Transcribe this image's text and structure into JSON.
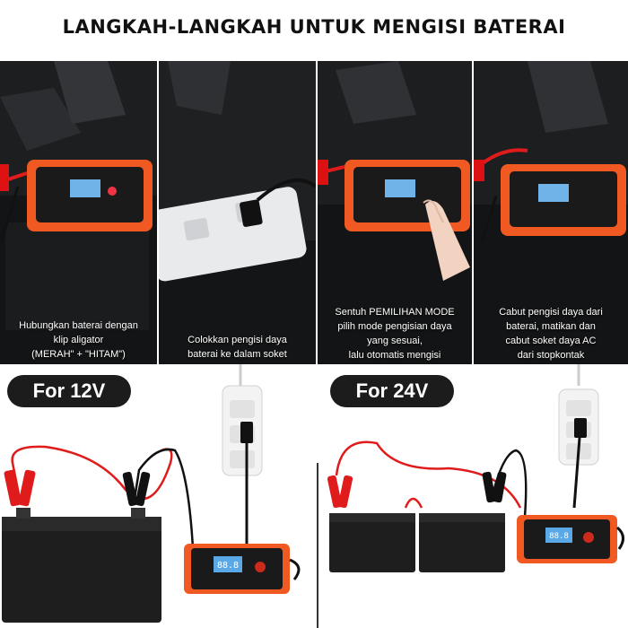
{
  "title": "LANGKAH-LANGKAH UNTUK MENGISI BATERAI",
  "steps": [
    {
      "lines": [
        "Hubungkan baterai dengan",
        "klip aligator",
        "(MERAH\" + \"HITAM\")"
      ]
    },
    {
      "lines": [
        "Colokkan pengisi daya",
        "baterai ke dalam soket"
      ]
    },
    {
      "lines": [
        "Sentuh PEMILIHAN MODE",
        "pilih mode pengisian daya",
        "yang sesuai,",
        "lalu otomatis mengisi"
      ]
    },
    {
      "lines": [
        "Cabut pengisi daya dari",
        "baterai, matikan dan",
        "cabut soket daya AC",
        "dari stopkontak"
      ]
    }
  ],
  "diagrams": {
    "left_label": "For 12V",
    "right_label": "For 24V",
    "display_value": "88.8"
  },
  "colors": {
    "charger_orange": "#f05a22",
    "battery_black": "#1e1e1e",
    "cable_red": "#e01b1b",
    "cable_black": "#111111"
  }
}
